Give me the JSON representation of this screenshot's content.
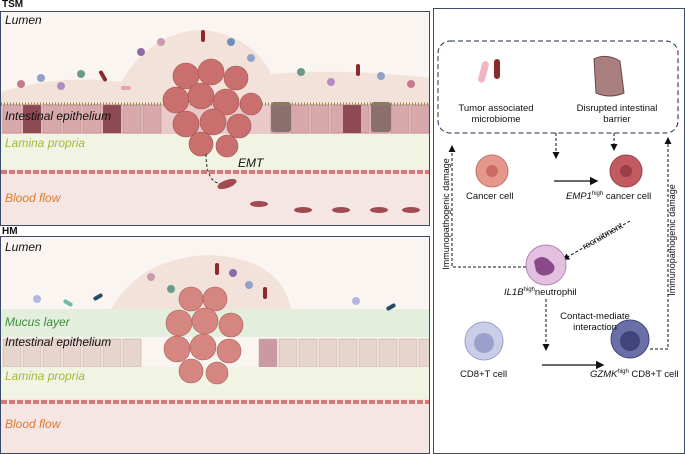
{
  "tsm": {
    "tag": "TSM",
    "lumen": "Lumen",
    "epithelium": "Intestinal epithelium",
    "lamina": "Lamina propria",
    "blood": "Blood flow",
    "emt": "EMT"
  },
  "hm": {
    "tag": "HM",
    "lumen": "Lumen",
    "mucus": "Mucus layer",
    "epithelium": "Intestinal epithelium",
    "lamina": "Lamina propria",
    "blood": "Blood flow"
  },
  "mechanism": {
    "tumor_microbiome": "Tumor associated microbiome",
    "barrier": "Disrupted intestinal barrier",
    "cancer_cell": "Cancer cell",
    "emp1_gene": "EMP1",
    "emp1_sup": "high",
    "emp1_rest": " cancer cell",
    "recruitment": "recruitment",
    "il1b_gene": "IL1B",
    "il1b_sup": "high",
    "il1b_rest": "neutrophil",
    "immuno_left": "Immunopathogenic damage",
    "immuno_right": "Immunopathogenic damage",
    "cd8": "CD8+T cell",
    "contact": "Contact-mediate interaction",
    "gzmk_gene": "GZMK",
    "gzmk_sup": "high",
    "gzmk_rest": " CD8+T cell"
  },
  "colors": {
    "panel_border": "#3b4a6b",
    "lumen_bg": "#f3e2da",
    "epithelium_text": "#1a1a1a",
    "lamina_text": "#a8b83a",
    "blood_text": "#e07a2e",
    "mucus_text": "#3a8c3a",
    "tumor": "#c9706f",
    "blood_vessel": "#e8a7a0"
  }
}
